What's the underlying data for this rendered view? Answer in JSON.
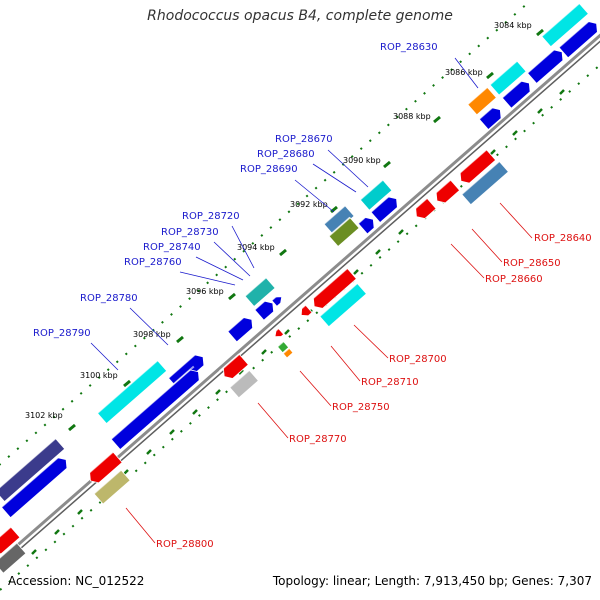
{
  "title": "Rhodococcus opacus B4, complete genome",
  "accession": "Accession: NC_012522",
  "summary": "Topology: linear; Length: 7,913,450 bp; Genes: 7,307",
  "colors": {
    "backbone": "#8c8c8c",
    "tick": "#117711",
    "forward_label": "#1a1acc",
    "reverse_label": "#dd1111"
  },
  "ticks": [
    "3084 kbp",
    "3086 kbp",
    "3088 kbp",
    "3090 kbp",
    "3092 kbp",
    "3094 kbp",
    "3096 kbp",
    "3098 kbp",
    "3100 kbp",
    "3102 kbp"
  ],
  "forward_labels": [
    "ROP_28630",
    "ROP_28670",
    "ROP_28680",
    "ROP_28690",
    "ROP_28720",
    "ROP_28730",
    "ROP_28740",
    "ROP_28760",
    "ROP_28780",
    "ROP_28790"
  ],
  "reverse_labels": [
    "ROP_28640",
    "ROP_28650",
    "ROP_28660",
    "ROP_28700",
    "ROP_28710",
    "ROP_28750",
    "ROP_28770",
    "ROP_28800"
  ]
}
